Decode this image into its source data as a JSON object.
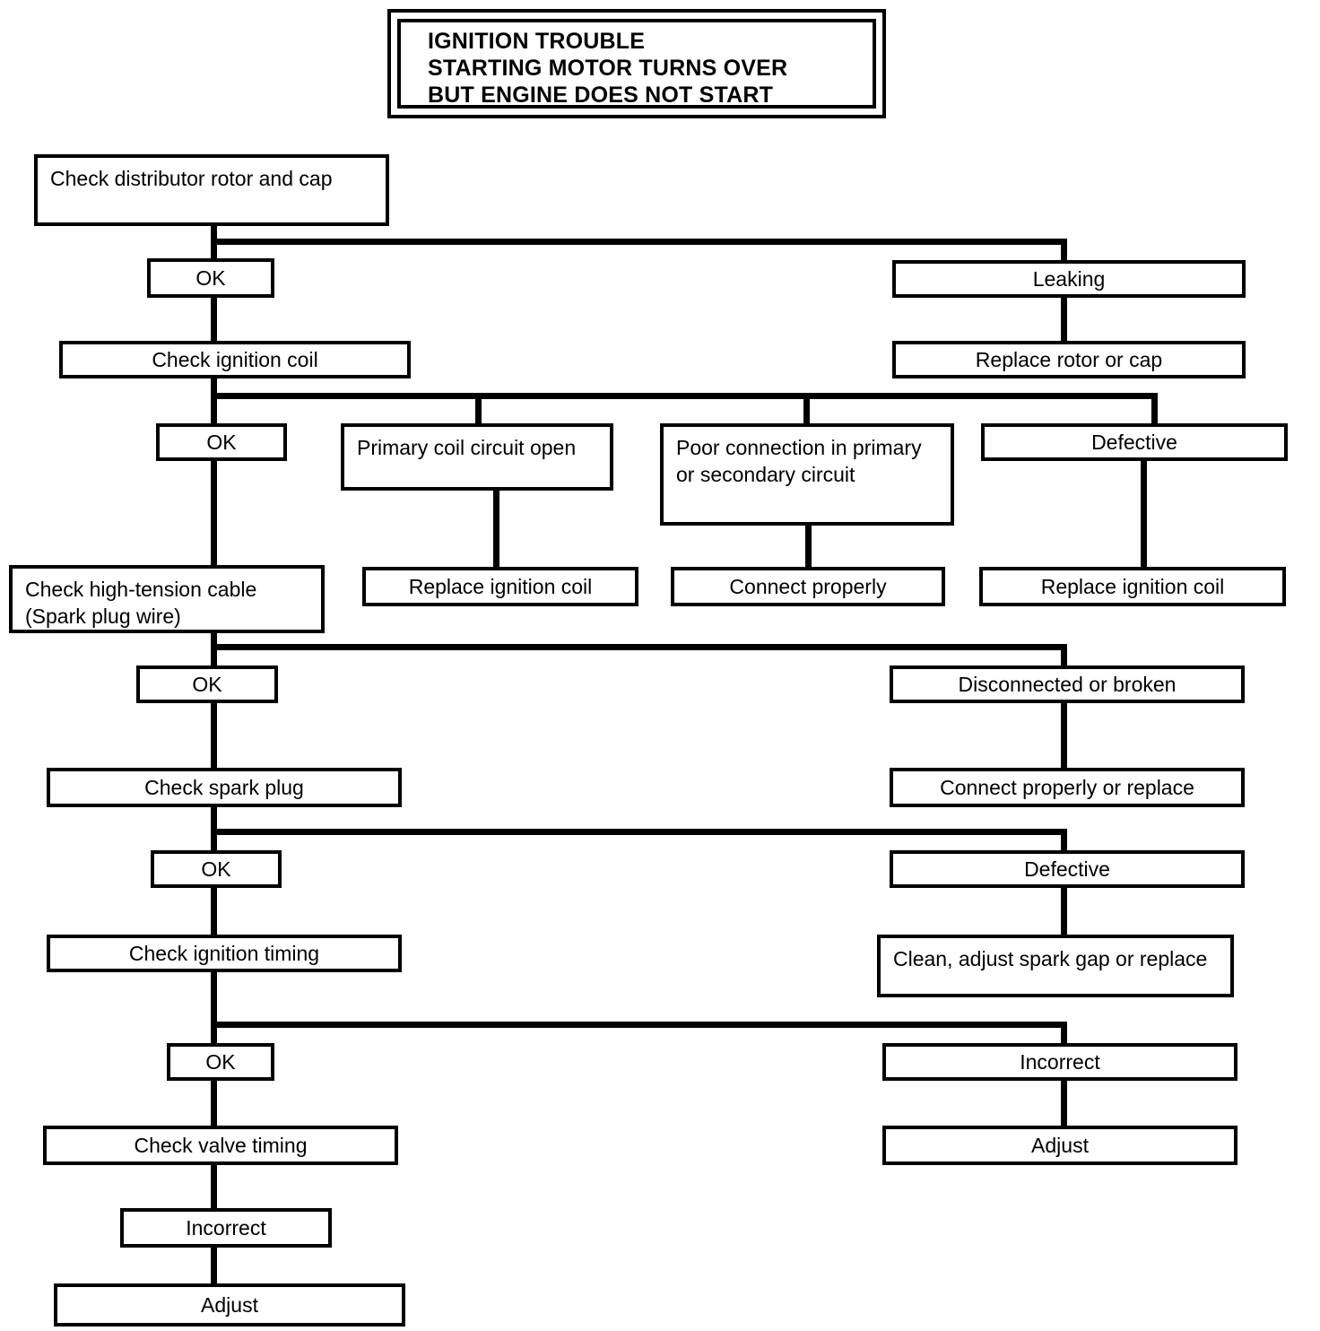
{
  "title": {
    "line1": "IGNITION TROUBLE",
    "line2": "STARTING MOTOR TURNS OVER",
    "line3": "BUT ENGINE DOES NOT START"
  },
  "nodes": {
    "check_rotor_cap": "Check distributor rotor and cap",
    "ok_1": "OK",
    "leaking": "Leaking",
    "replace_rotor_or_cap": "Replace rotor or cap",
    "check_ignition_coil": "Check ignition coil",
    "ok_2": "OK",
    "primary_coil_circuit_open": "Primary coil circuit open",
    "poor_connection": "Poor connection in primary or secondary circuit",
    "defective_coil": "Defective",
    "replace_ignition_coil_1": "Replace ignition coil",
    "connect_properly": "Connect properly",
    "replace_ignition_coil_2": "Replace ignition coil",
    "check_high_tension_cable": "Check high-tension cable (Spark plug wire)",
    "ok_3": "OK",
    "disconnected_or_broken": "Disconnected or broken",
    "connect_properly_or_replace": "Connect properly or replace",
    "check_spark_plug": "Check spark plug",
    "ok_4": "OK",
    "defective_plug": "Defective",
    "clean_adjust_gap": "Clean, adjust spark gap or replace",
    "check_ignition_timing": "Check ignition timing",
    "ok_5": "OK",
    "incorrect_timing": "Incorrect",
    "adjust_timing": "Adjust",
    "check_valve_timing": "Check valve timing",
    "incorrect_valve": "Incorrect",
    "adjust_valve": "Adjust"
  }
}
